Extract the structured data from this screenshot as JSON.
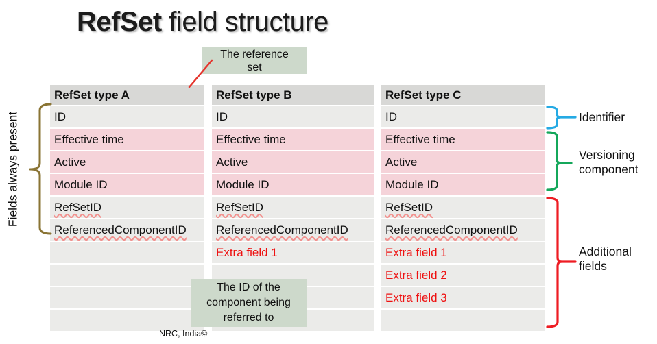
{
  "slide_title": {
    "emphasis": "RefSet",
    "rest": " field structure"
  },
  "callouts": {
    "reference_set": "The reference set",
    "referenced_component": "The ID of the component being referred to"
  },
  "table": {
    "columns": [
      {
        "header": "RefSet type A",
        "rows": [
          {
            "label": "ID",
            "bg": "gray"
          },
          {
            "label": "Effective time",
            "bg": "pink"
          },
          {
            "label": "Active",
            "bg": "pink"
          },
          {
            "label": "Module ID",
            "bg": "pink"
          },
          {
            "label": "RefSetID",
            "bg": "gray",
            "underline": true
          },
          {
            "label": "ReferencedComponentID",
            "bg": "gray",
            "underline": true
          },
          {
            "label": "",
            "bg": "gray"
          },
          {
            "label": "",
            "bg": "gray"
          },
          {
            "label": "",
            "bg": "gray"
          },
          {
            "label": "",
            "bg": "gray"
          }
        ]
      },
      {
        "header": "RefSet type B",
        "rows": [
          {
            "label": "ID",
            "bg": "gray"
          },
          {
            "label": "Effective time",
            "bg": "pink"
          },
          {
            "label": "Active",
            "bg": "pink"
          },
          {
            "label": "Module ID",
            "bg": "pink"
          },
          {
            "label": "RefSetID",
            "bg": "gray",
            "underline": true
          },
          {
            "label": "ReferencedComponentID",
            "bg": "gray",
            "underline": true
          },
          {
            "label": "Extra field 1",
            "bg": "gray",
            "red": true
          },
          {
            "label": "",
            "bg": "gray"
          },
          {
            "label": "",
            "bg": "gray"
          },
          {
            "label": "",
            "bg": "gray"
          }
        ]
      },
      {
        "header": "RefSet type C",
        "rows": [
          {
            "label": "ID",
            "bg": "gray"
          },
          {
            "label": "Effective time",
            "bg": "pink"
          },
          {
            "label": "Active",
            "bg": "pink"
          },
          {
            "label": "Module ID",
            "bg": "pink"
          },
          {
            "label": "RefSetID",
            "bg": "gray",
            "underline": true
          },
          {
            "label": "ReferencedComponentID",
            "bg": "gray",
            "underline": true
          },
          {
            "label": "Extra field 1",
            "bg": "gray",
            "red": true
          },
          {
            "label": "Extra field 2",
            "bg": "gray",
            "red": true
          },
          {
            "label": "Extra field 3",
            "bg": "gray",
            "red": true
          },
          {
            "label": "",
            "bg": "gray"
          }
        ]
      }
    ]
  },
  "annotations": {
    "left_bracket": {
      "label": "Fields always present",
      "color": "#8a7434"
    },
    "right_brackets": [
      {
        "label": "Identifier",
        "color": "#25aae4"
      },
      {
        "label": "Versioning component",
        "color": "#14a75a"
      },
      {
        "label": "Additional fields",
        "color": "#ee1c23"
      }
    ],
    "connector_color": "#e5342c"
  },
  "colors": {
    "header_bg": "#d8d8d6",
    "row_gray": "#ebebe9",
    "row_pink": "#f5d3d9",
    "callout_bg": "#cdd9cb",
    "red_text": "#ee1111",
    "squiggle": "#f2928f"
  },
  "footer": "NRC, India©"
}
